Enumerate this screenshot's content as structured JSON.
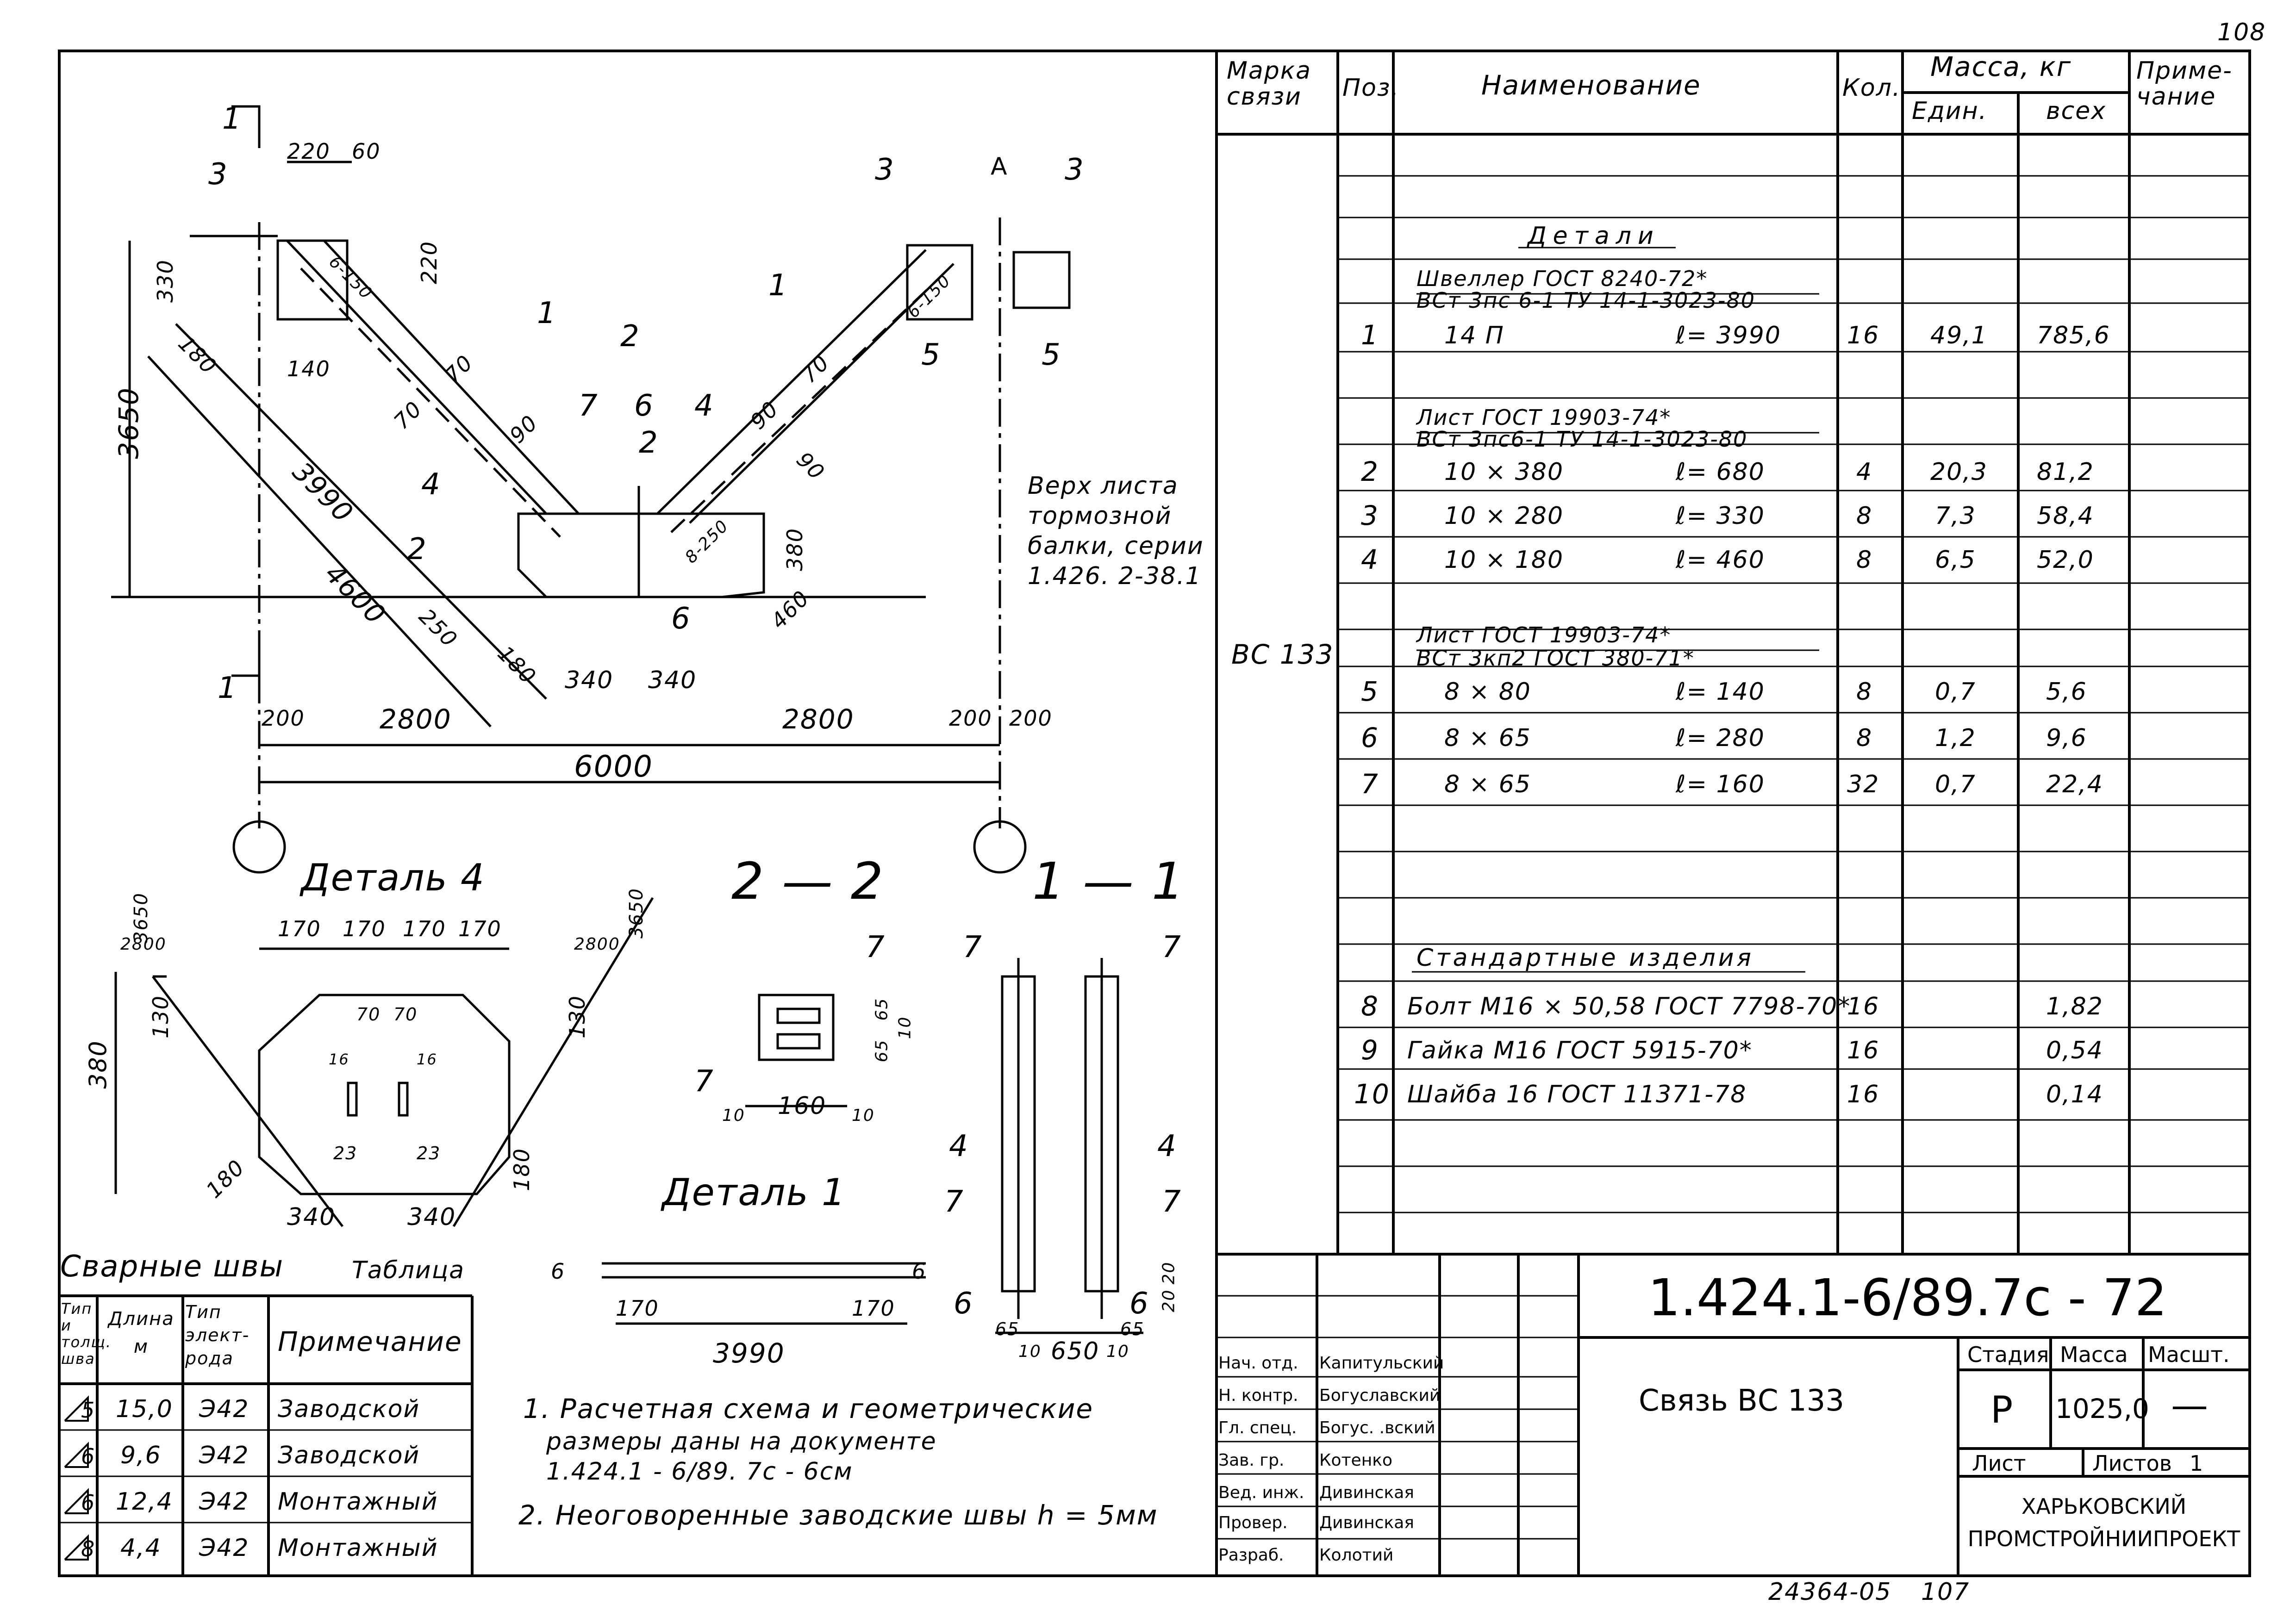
{
  "sheet_page_top": "108",
  "sheet_page_bottom": "107",
  "inventory_number": "24364-05",
  "spec": {
    "headers": {
      "mark": "Марка связи",
      "pos": "Поз.",
      "name": "Наименование",
      "qty": "Кол.",
      "mass": "Масса, кг",
      "mass_unit": "Един.",
      "mass_total": "всех",
      "note": "Приме- чание"
    },
    "mark_value": "ВС 133",
    "section_details": "Детали",
    "group1_title": "Швеллер    ГОСТ 8240-72*",
    "group1_sub": "ВСт 3пс 6-1   ТУ 14-1-3023-80",
    "group2_title": "Лист        ГОСТ 19903-74*",
    "group2_sub": "ВСт 3пс6-1   ТУ 14-1-3023-80",
    "group3_title": "Лист        ГОСТ  19903-74*",
    "group3_sub": "ВСт 3кп2    ГОСТ   380-71*",
    "section_standard": "Стандартные   изделия",
    "rows": [
      {
        "pos": "1",
        "name": "14 П",
        "len": "ℓ= 3990",
        "qty": "16",
        "unit": "49,1",
        "total": "785,6"
      },
      {
        "pos": "2",
        "name": "10 × 380",
        "len": "ℓ= 680",
        "qty": "4",
        "unit": "20,3",
        "total": "81,2"
      },
      {
        "pos": "3",
        "name": "10 × 280",
        "len": "ℓ= 330",
        "qty": "8",
        "unit": "7,3",
        "total": "58,4"
      },
      {
        "pos": "4",
        "name": "10 × 180",
        "len": "ℓ= 460",
        "qty": "8",
        "unit": "6,5",
        "total": "52,0"
      },
      {
        "pos": "5",
        "name": "8 × 80",
        "len": "ℓ= 140",
        "qty": "8",
        "unit": "0,7",
        "total": "5,6"
      },
      {
        "pos": "6",
        "name": "8 × 65",
        "len": "ℓ= 280",
        "qty": "8",
        "unit": "1,2",
        "total": "9,6"
      },
      {
        "pos": "7",
        "name": "8 × 65",
        "len": "ℓ= 160",
        "qty": "32",
        "unit": "0,7",
        "total": "22,4"
      },
      {
        "pos": "8",
        "name": "Болт М16 × 50,58  ГОСТ 7798-70*",
        "len": "",
        "qty": "16",
        "unit": "",
        "total": "1,82"
      },
      {
        "pos": "9",
        "name": "Гайка М16  ГОСТ 5915-70*",
        "len": "",
        "qty": "16",
        "unit": "",
        "total": "0,54"
      },
      {
        "pos": "10",
        "name": "Шайба 16  ГОСТ 11371-78",
        "len": "",
        "qty": "16",
        "unit": "",
        "total": "0,14"
      }
    ]
  },
  "stamp": {
    "code": "1.424.1-6/89.7с - 72",
    "title": "Связь  ВС 133",
    "stage_label": "Стадия",
    "mass_label": "Масса",
    "scale_label": "Масшт.",
    "stage": "Р",
    "mass": "1025,0",
    "scale": "—",
    "sheet_label": "Лист",
    "sheets_label": "Листов",
    "sheets": "1",
    "org": "ХАРЬКОВСКИЙ ПРОМСТРОЙНИИПРОЕКТ",
    "people": [
      {
        "role": "Нач. отд.",
        "name": "Капитульский"
      },
      {
        "role": "Н. контр.",
        "name": "Богуславский"
      },
      {
        "role": "Гл. спец.",
        "name": "Богус. .вский"
      },
      {
        "role": "Зав. гр.",
        "name": "Котенко"
      },
      {
        "role": "Вед. инж.",
        "name": "Дивинская"
      },
      {
        "role": "Провер.",
        "name": "Дивинская"
      },
      {
        "role": "Разраб.",
        "name": "Колотий"
      }
    ]
  },
  "welds": {
    "title": "Сварные  швы",
    "table_word": "Таблица",
    "headers": {
      "type": "Тип и толщ. шва",
      "length": "Длина м",
      "electrode": "Тип элект- рода",
      "note": "Примечание"
    },
    "rows": [
      {
        "type": "5",
        "length": "15,0",
        "electrode": "Э42",
        "note": "Заводской"
      },
      {
        "type": "6",
        "length": "9,6",
        "electrode": "Э42",
        "note": "Заводской"
      },
      {
        "type": "6",
        "length": "12,4",
        "electrode": "Э42",
        "note": "Монтажный"
      },
      {
        "type": "8",
        "length": "4,4",
        "electrode": "Э42",
        "note": "Монтажный"
      }
    ]
  },
  "notes": {
    "n1a": "1. Расчетная  схема  и  геометрические",
    "n1b": "размеры  даны   на  документе",
    "n1c": "1.424.1 - 6/89.   7с - 6см",
    "n2": "2. Неоговоренные  заводские  швы  h = 5мм"
  },
  "drawing": {
    "top_label": "Верх  листа",
    "top_label2": "тормозной",
    "top_label3": "балки,  серии",
    "top_label4": "1.426. 2-38.1",
    "dim_6000": "6000",
    "dim_2800": "2800",
    "dim_200": "200",
    "dim_340": "340",
    "dim_3650": "3650",
    "dim_3990": "3990",
    "dim_4600": "4600",
    "dim_220": "220",
    "dim_60": "60",
    "dim_330": "330",
    "dim_180": "180",
    "dim_140": "140",
    "dim_70": "70",
    "dim_90": "90",
    "dim_380": "380",
    "dim_460": "460",
    "dim_250": "250",
    "weld_6_150": "6-150",
    "weld_8_250": "8-250",
    "axis_A": "A",
    "sec_1": "1",
    "sec_2": "2",
    "callouts": [
      "1",
      "2",
      "3",
      "4",
      "5",
      "6",
      "7"
    ],
    "detail4_title": "Деталь 4",
    "detail4_dims": [
      "170",
      "170",
      "170",
      "170",
      "130",
      "130",
      "380",
      "180",
      "180",
      "340",
      "340",
      "70",
      "70",
      "23",
      "23",
      "3650",
      "2800",
      "3650",
      "2800",
      "16",
      "16"
    ],
    "detail1_title": "Деталь 1",
    "detail1_dims": [
      "170",
      "170",
      "3990",
      "6",
      "6"
    ],
    "section22_title": "2 — 2",
    "section22_dims": [
      "160",
      "10",
      "10",
      "65",
      "65",
      "10"
    ],
    "section11_title": "1 — 1",
    "section11_dims": [
      "650",
      "65",
      "65",
      "10",
      "10",
      "20",
      "20"
    ]
  }
}
